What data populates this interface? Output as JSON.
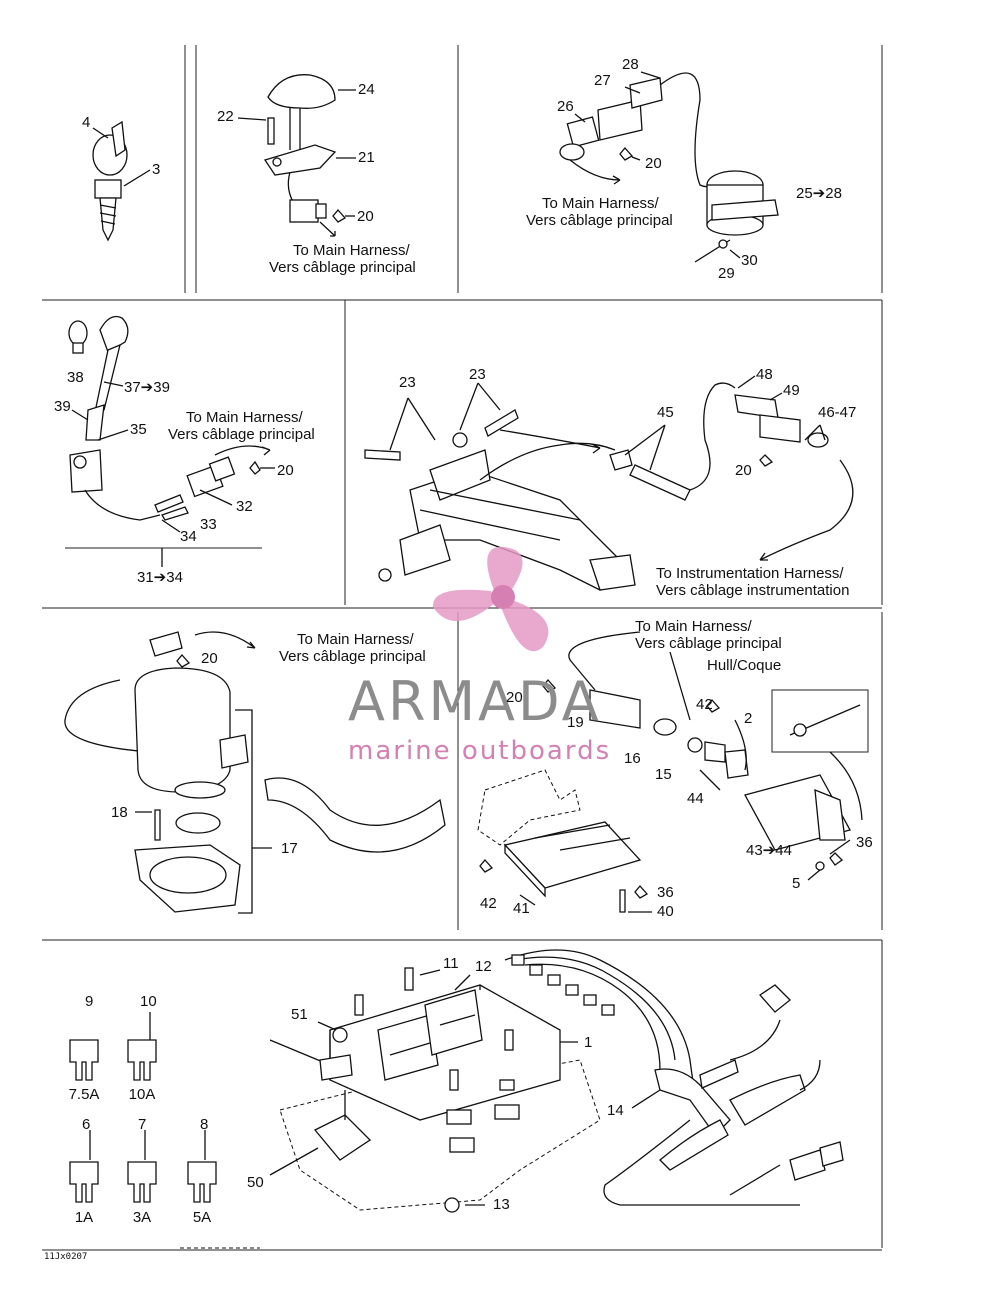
{
  "labels": {
    "p4": "4",
    "p3": "3",
    "p22": "22",
    "p24": "24",
    "p21": "21",
    "p20a": "20",
    "p28": "28",
    "p27": "27",
    "p26": "26",
    "p20b": "20",
    "p2528": "25➔28",
    "p30": "30",
    "p29": "29",
    "p38": "38",
    "p3739": "37➔39",
    "p39": "39",
    "p35": "35",
    "p20c": "20",
    "p32": "32",
    "p33": "33",
    "p34": "34",
    "p3134": "31➔34",
    "p23a": "23",
    "p23b": "23",
    "p48": "48",
    "p49": "49",
    "p45": "45",
    "p4647": "46-47",
    "p20d": "20",
    "p20e": "20",
    "p18": "18",
    "p17": "17",
    "p20f": "20",
    "p19": "19",
    "p16": "16",
    "p15": "15",
    "p42a": "42",
    "p2": "2",
    "p44": "44",
    "p4344": "43➔44",
    "p36a": "36",
    "p5": "5",
    "p36b": "36",
    "p40": "40",
    "p42b": "42",
    "p41": "41",
    "p9": "9",
    "p10": "10",
    "p11": "11",
    "p12": "12",
    "p51": "51",
    "p1": "1",
    "p14": "14",
    "p6": "6",
    "p7": "7",
    "p8": "8",
    "p50": "50",
    "p13": "13"
  },
  "notes": {
    "main_harness_en": "To Main Harness/",
    "main_harness_fr": "Vers câblage principal",
    "instr_harness_en": "To Instrumentation Harness/",
    "instr_harness_fr": "Vers câblage instrumentation",
    "hull": "Hull/Coque"
  },
  "fuses": {
    "f9": "7.5A",
    "f10": "10A",
    "f6": "1A",
    "f7": "3A",
    "f8": "5A"
  },
  "drawing_code": "11Jx0207",
  "watermark": {
    "brand": "ARMADA",
    "tagline": "marine outboards",
    "pink": "#e59ac7",
    "pink_dark": "#d57fb3",
    "gray": "#8c8c8c"
  }
}
